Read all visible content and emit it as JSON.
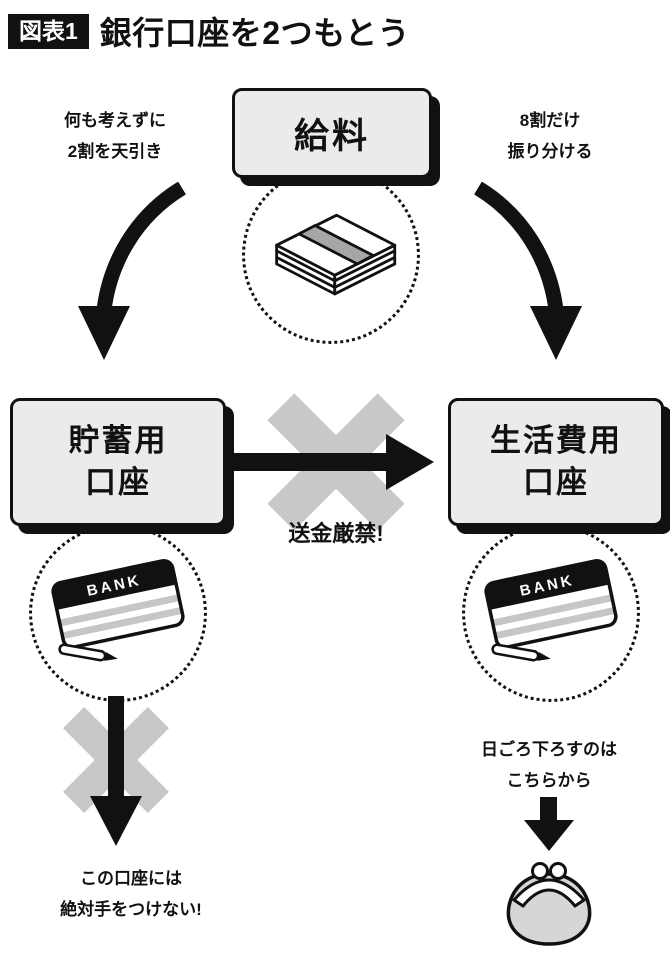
{
  "header": {
    "badge": "図表1",
    "title": "銀行口座を2つもとう"
  },
  "boxes": {
    "salary": "給料",
    "savings": [
      "貯蓄用",
      "口座"
    ],
    "living": [
      "生活費用",
      "口座"
    ]
  },
  "notes": {
    "left_top": [
      "何も考えずに",
      "2割を天引き"
    ],
    "right_top": [
      "8割だけ",
      "振り分ける"
    ],
    "transfer_ban": "送金厳禁!",
    "left_bottom": [
      "この口座には",
      "絶対手をつけない!"
    ],
    "right_bottom": [
      "日ごろ下ろすのは",
      "こちらから"
    ]
  },
  "card_label": "BANK",
  "colors": {
    "ink": "#111111",
    "box_fill": "#ebebeb",
    "prohibition_gray": "#c8c8c8"
  }
}
